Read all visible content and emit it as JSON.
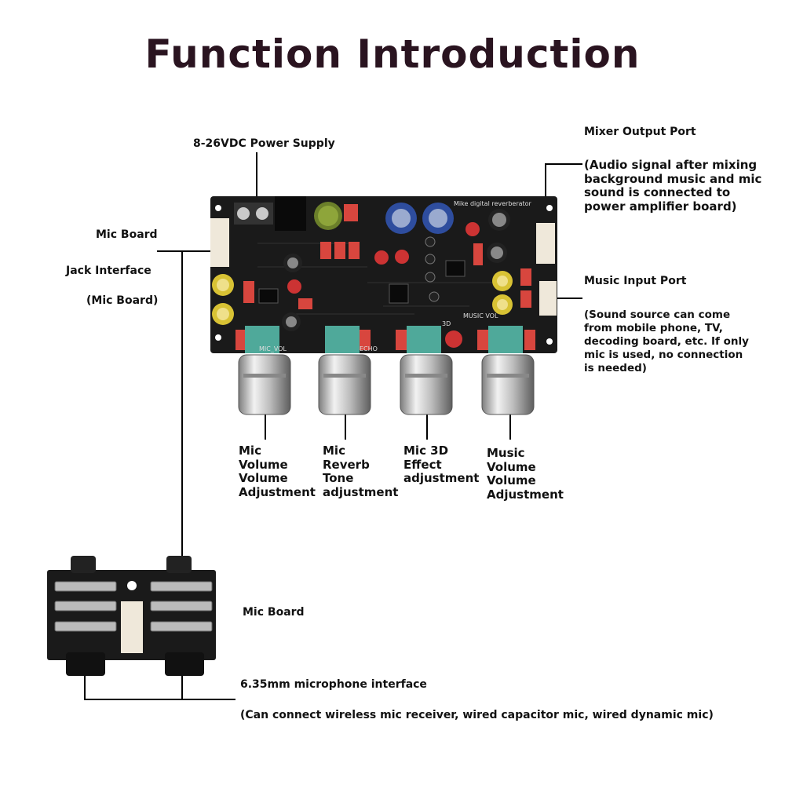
{
  "title": "Function Introduction",
  "labels": {
    "power": "8-26VDC Power Supply",
    "mixer_out_title": "Mixer Output Port",
    "mixer_out_desc": "(Audio signal after mixing\nbackground music and mic\nsound is connected to\npower amplifier board)",
    "mic_board_top": "Mic Board",
    "jack_interface": "Jack Interface",
    "mic_board_paren": "(Mic Board)",
    "music_in_title": "Music Input Port",
    "music_in_desc": "(Sound source can come\nfrom mobile phone, TV,\ndecoding board, etc. If only\nmic is used, no connection\nis needed)",
    "knob1": "Mic\nVolume\nVolume\nAdjustment",
    "knob2": "Mic\nReverb\nTone\nadjustment",
    "knob3": "Mic 3D\nEffect\nadjustment",
    "knob4": "Music\nVolume\nVolume\nAdjustment",
    "mic_board_bottom": "Mic Board",
    "mic_interface": "6.35mm microphone interface",
    "mic_interface_desc": "(Can connect wireless mic receiver, wired capacitor mic, wired dynamic mic)"
  },
  "board_silkscreen": {
    "brand": "Mike digital reverberator",
    "knob_labels": [
      "MIC_VOL",
      "ECHO",
      "3D",
      "MUSIC VOL"
    ]
  },
  "colors": {
    "title": "#2a1420",
    "pcb": "#1a1a1a",
    "pot": "#4fa99a",
    "relay": "#d8463e",
    "cap_gold": "#d8c234",
    "cap_blue": "#2e4d9e"
  }
}
